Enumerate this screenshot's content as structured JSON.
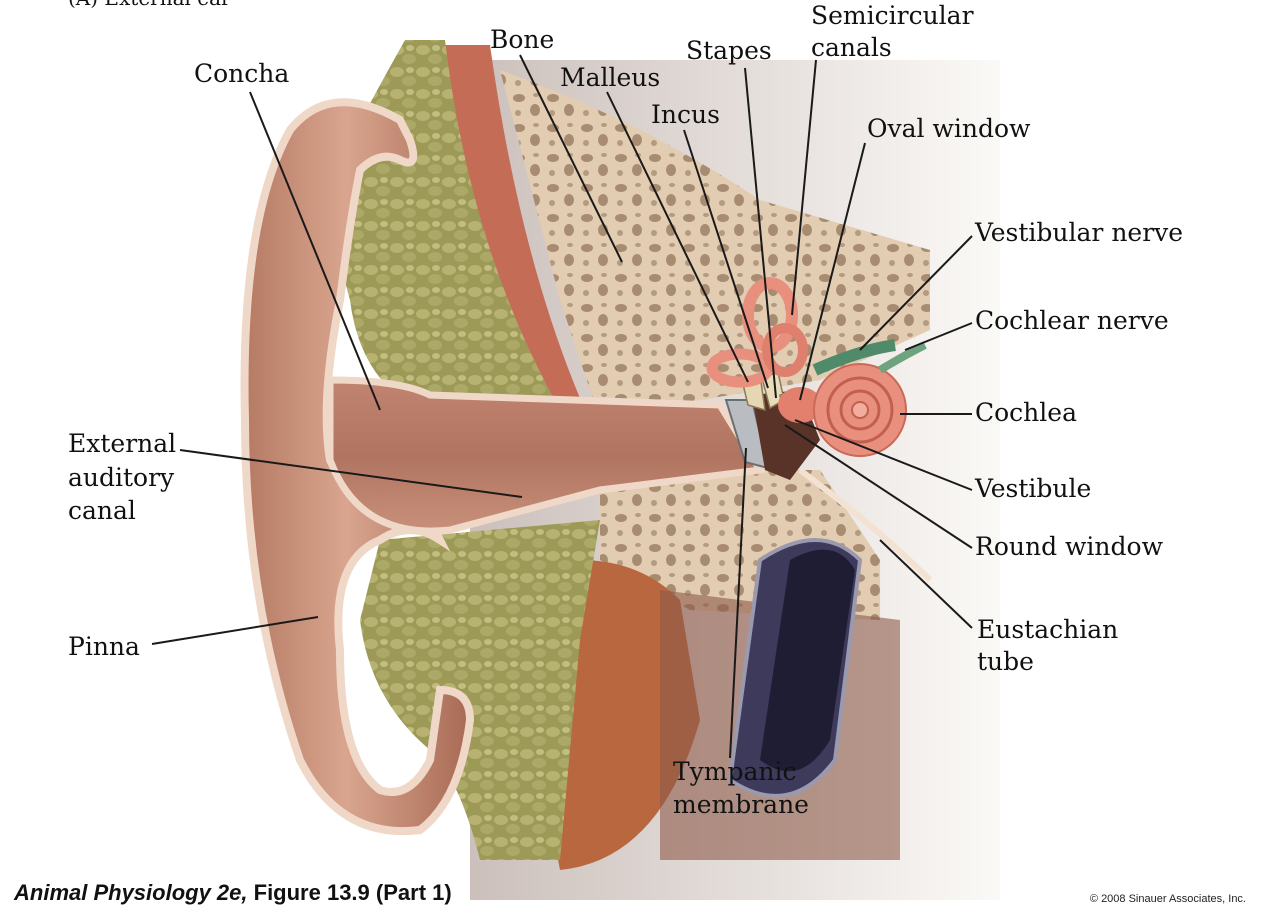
{
  "figure": {
    "labels": {
      "concha": "Concha",
      "bone": "Bone",
      "malleus": "Malleus",
      "stapes": "Stapes",
      "incus": "Incus",
      "semicircular_line1": "Semicircular",
      "semicircular_line2": "canals",
      "oval_window": "Oval window",
      "vestibular_nerve": "Vestibular nerve",
      "cochlear_nerve": "Cochlear nerve",
      "cochlea": "Cochlea",
      "vestibule": "Vestibule",
      "round_window": "Round window",
      "eustachian_line1": "Eustachian",
      "eustachian_line2": "tube",
      "external_line1": "External",
      "external_line2": "auditory",
      "external_line3": "canal",
      "pinna": "Pinna",
      "tympanic_line1": "Tympanic",
      "tympanic_line2": "membrane"
    },
    "panel_tag": "(A) External ear",
    "caption_italic": "Animal Physiology 2e,",
    "caption_rest": " Figure 13.9 (Part 1)",
    "copyright": "© 2008 Sinauer Associates, Inc.",
    "colors": {
      "skin": "#c98f78",
      "skin_dark": "#8f5a48",
      "skin_light": "#e8c4b0",
      "fat": "#a7a361",
      "bone": "#e2ccb2",
      "bone_pores": "#9b8168",
      "muscle": "#c8745c",
      "cochlea": "#e98f7e",
      "tube": "#3d3a5c",
      "nerve": "#4f8a6a"
    }
  }
}
